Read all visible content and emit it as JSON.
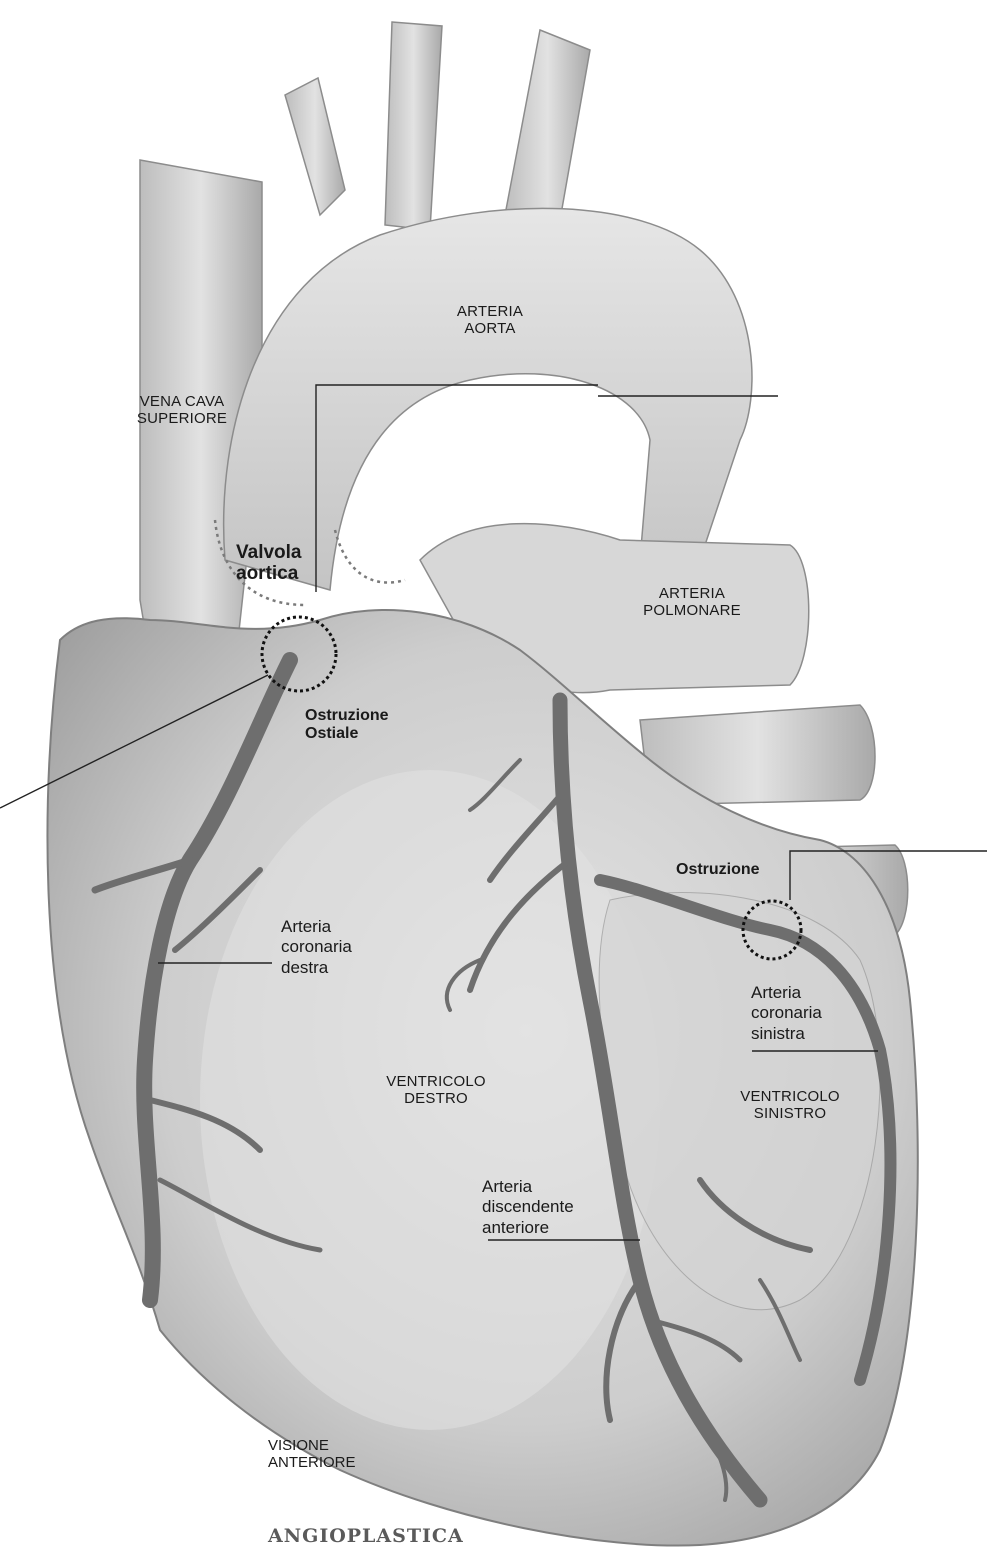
{
  "figure": {
    "colors": {
      "background": "#ffffff",
      "heart_body": "#cfcfcf",
      "heart_shadow": "#8a8a8a",
      "vessel": "#9a9a9a",
      "artery": "#6e6e6e",
      "leader_line": "#222222",
      "label_text": "#1a1a1a"
    }
  },
  "labels": {
    "arteria_aorta": "ARTERIA\nAORTA",
    "vena_cava_superiore": "VENA CAVA\nSUPERIORE",
    "valvola_aortica": "Valvola\naortica",
    "arteria_polmonare": "ARTERIA\nPOLMONARE",
    "ostruzione_ostiale": "Ostruzione\nOstiale",
    "ostruzione": "Ostruzione",
    "arteria_coronaria_destra": "Arteria\ncoronaria\ndestra",
    "arteria_coronaria_sinistra": "Arteria\ncoronaria\nsinistra",
    "ventricolo_destro": "VENTRICOLO\nDESTRO",
    "ventricolo_sinistro": "VENTRICOLO\nSINISTRO",
    "arteria_discendente_anteriore": "Arteria\ndiscendente\nanteriore",
    "visione_anteriore": "VISIONE\nANTERIORE",
    "angioplastica": "ANGIOPLASTICA"
  }
}
